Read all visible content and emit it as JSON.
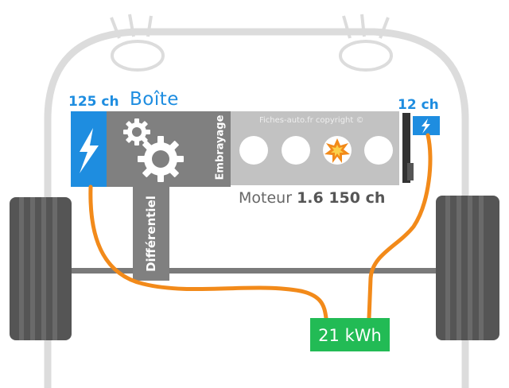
{
  "motor_left": {
    "power": "125 ch"
  },
  "gearbox": {
    "label": "Boîte"
  },
  "clutch": {
    "label": "Embrayage"
  },
  "differential": {
    "label": "Différentiel"
  },
  "engine": {
    "label": "Moteur",
    "spec": "1.6 150 ch",
    "copyright": "Fiches-auto.fr copyright ©"
  },
  "motor_right": {
    "power": "12 ch"
  },
  "battery": {
    "capacity": "21 kWh"
  },
  "colors": {
    "electric_blue": "#1e8de0",
    "gear_grey": "#808080",
    "engine_grey": "#c2c2c2",
    "wire_orange": "#f28a1a",
    "battery_green": "#22bb55",
    "car_outline": "#dcdcdc",
    "tire": "#555555",
    "axle": "#7a7a7a"
  },
  "icons": [
    "lightning-icon",
    "gear-icon",
    "explosion-icon"
  ]
}
